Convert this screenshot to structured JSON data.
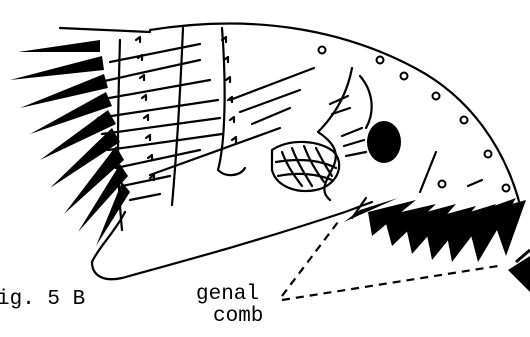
{
  "figure": {
    "caption": "ig. 5 B",
    "label_line1": "genal",
    "label_line2": "comb"
  },
  "colors": {
    "ink": "#000000",
    "paper": "#ffffff"
  }
}
